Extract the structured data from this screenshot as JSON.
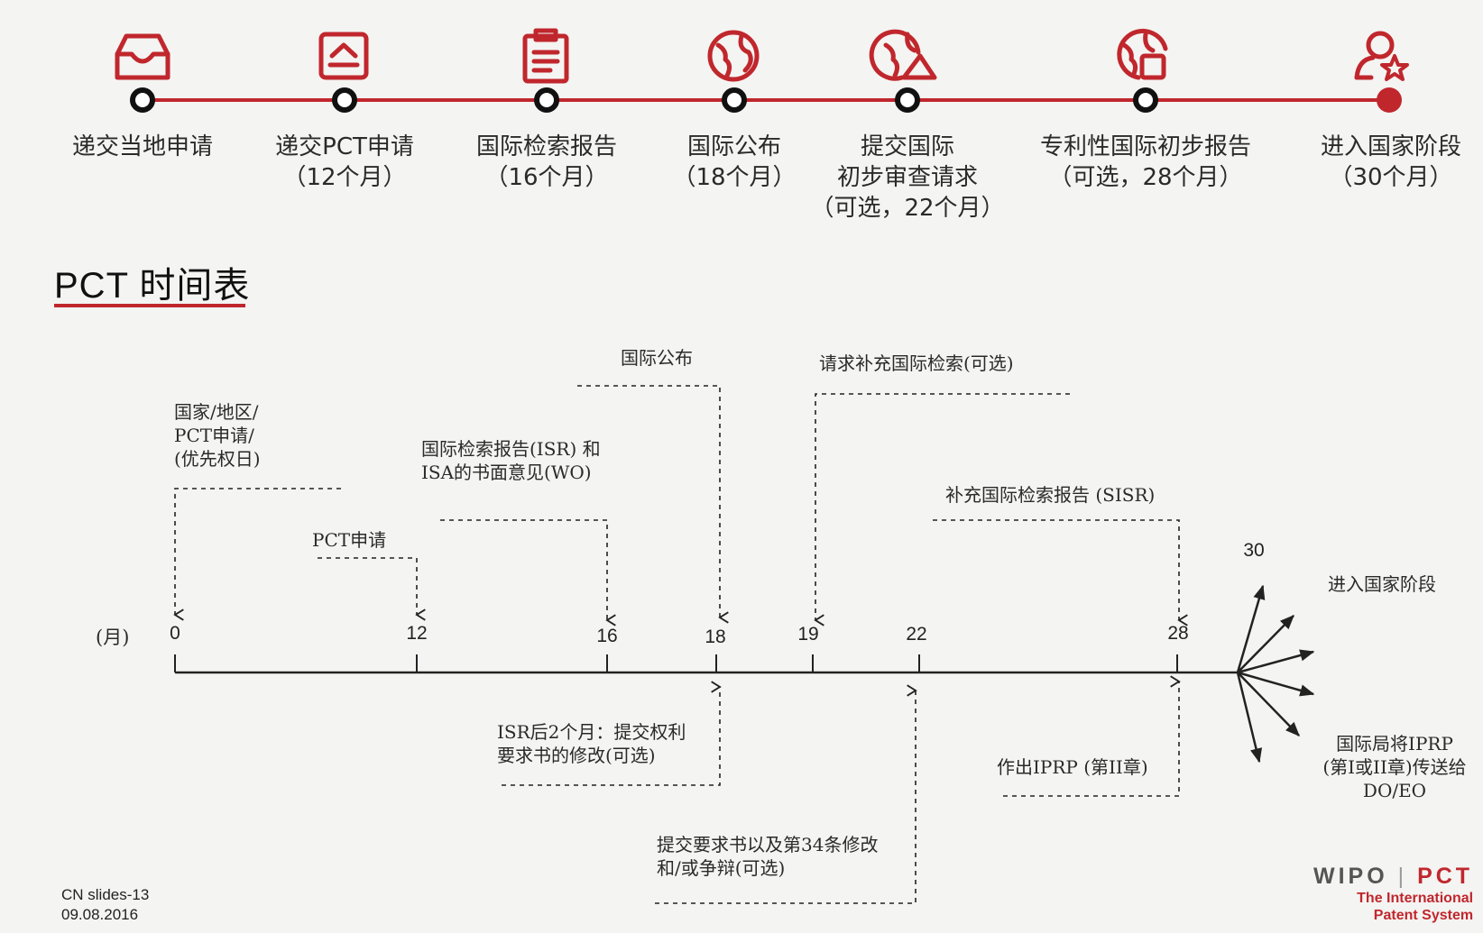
{
  "top_steps": [
    {
      "icon": "inbox-icon",
      "lines": [
        "递交当地申请"
      ]
    },
    {
      "icon": "upload-document-icon",
      "lines": [
        "递交PCT申请",
        "（12个月）"
      ]
    },
    {
      "icon": "clipboard-report-icon",
      "lines": [
        "国际检索报告",
        "（16个月）"
      ]
    },
    {
      "icon": "globe-icon",
      "lines": [
        "国际公布",
        "（18个月）"
      ]
    },
    {
      "icon": "globe-triangle-icon",
      "lines": [
        "提交国际",
        "初步审查请求",
        "（可选，22个月）"
      ]
    },
    {
      "icon": "globe-square-icon",
      "lines": [
        "专利性国际初步报告",
        "（可选，28个月）"
      ]
    },
    {
      "icon": "person-star-icon",
      "lines": [
        "进入国家阶段",
        "（30个月）"
      ]
    }
  ],
  "title": "PCT 时间表",
  "timeline": {
    "unit_label": "(月)",
    "ticks": [
      "0",
      "12",
      "16",
      "18",
      "19",
      "22",
      "28",
      "30"
    ]
  },
  "notes": {
    "priority_date": [
      "国家/地区/",
      "PCT申请/",
      "(优先权日)"
    ],
    "pct_filing": [
      "PCT申请"
    ],
    "isr_wo": [
      "国际检索报告(ISR) 和",
      "ISA的书面意见(WO)"
    ],
    "publication": [
      "国际公布"
    ],
    "sis_request": [
      "请求补充国际检索(可选)"
    ],
    "sisr": [
      "补充国际检索报告 (SISR)"
    ],
    "national_phase": [
      "进入国家阶段"
    ],
    "claims_amend": [
      "ISR后2个月：提交权利",
      "要求书的修改(可选)"
    ],
    "demand": [
      "提交要求书以及第34条修改",
      "和/或争辩(可选)"
    ],
    "iprp": [
      "作出IPRP (第II章)"
    ],
    "iprp_transmit": [
      "国际局将IPRP",
      "(第I或II章)传送给",
      "DO/EO"
    ]
  },
  "footer": {
    "line1": "CN slides-13",
    "line2": "09.08.2016"
  },
  "logo": {
    "left": "WIPO",
    "right": "PCT",
    "line1": "The International",
    "line2": "Patent System"
  },
  "colors": {
    "accent": "#c0272d",
    "line": "#222222"
  }
}
